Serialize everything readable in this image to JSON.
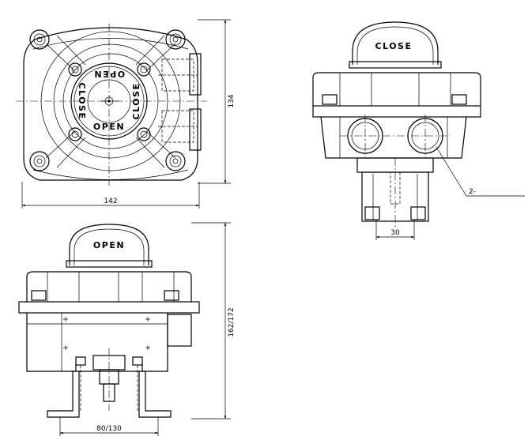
{
  "dimensions": {
    "top_height": "134",
    "top_width": "142",
    "front_height": "162/172",
    "bracket_width": "80/130",
    "side_width": "30",
    "callout": "2-"
  },
  "indicator_labels": {
    "close": "CLOSE",
    "open": "OPEN"
  }
}
